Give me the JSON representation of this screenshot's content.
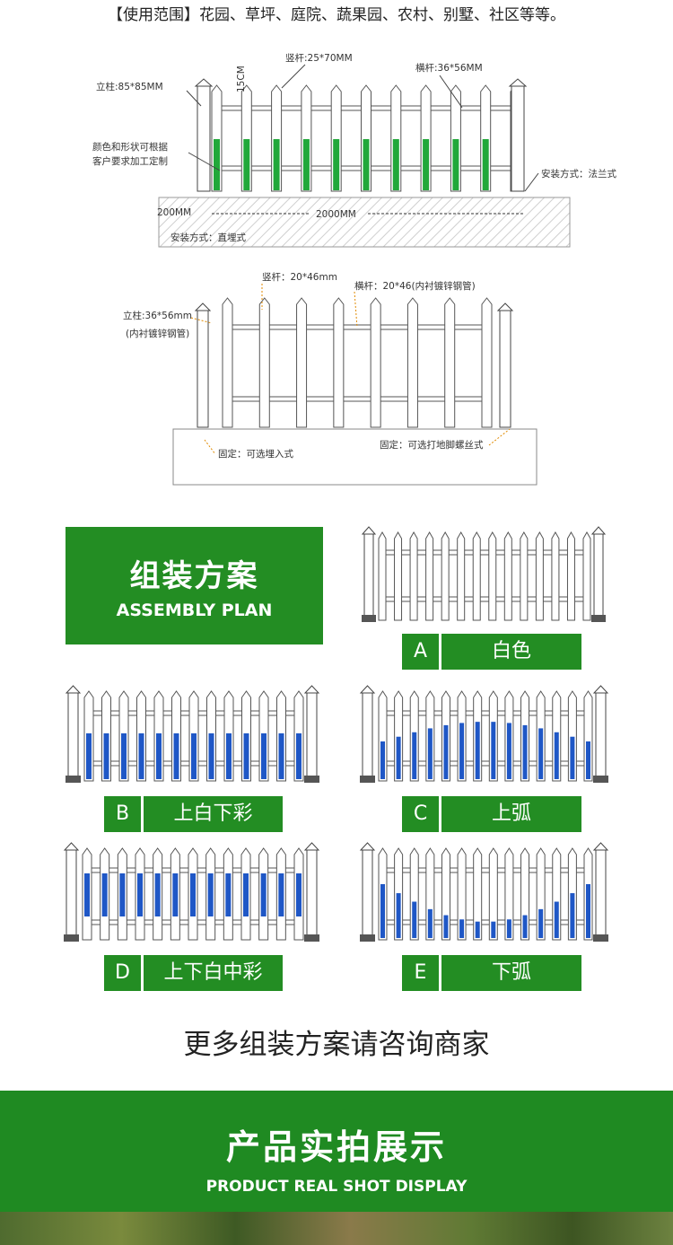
{
  "header": {
    "usage": "【使用范围】花园、草坪、庭院、蔬果园、农村、别墅、社区等等。"
  },
  "diagram1": {
    "post": "立柱:85*85MM",
    "picket": "竖杆:25*70MM",
    "rail": "横杆:36*56MM",
    "gap": "15CM",
    "custom_line1": "颜色和形状可根据",
    "custom_line2": "客户要求加工定制",
    "flange": "安装方式：法兰式",
    "depth": "200MM",
    "length": "2000MM",
    "buried": "安装方式：直埋式"
  },
  "diagram2": {
    "picket": "竖杆：20*46mm",
    "rail": "横杆：20*46(内衬镀锌钢管)",
    "post": "立柱:36*56mm",
    "post_note": "(内衬镀锌钢管)",
    "fix_left": "固定：可选埋入式",
    "fix_right": "固定：可选打地脚螺丝式"
  },
  "assembly": {
    "title_cn": "组装方案",
    "title_en": "ASSEMBLY PLAN",
    "options": [
      {
        "letter": "A",
        "name": "白色"
      },
      {
        "letter": "B",
        "name": "上白下彩"
      },
      {
        "letter": "C",
        "name": "上弧"
      },
      {
        "letter": "D",
        "name": "上下白中彩"
      },
      {
        "letter": "E",
        "name": "下弧"
      }
    ],
    "more": "更多组装方案请咨询商家"
  },
  "display": {
    "title_cn": "产品实拍展示",
    "title_en": "PRODUCT REAL SHOT DISPLAY"
  },
  "colors": {
    "green": "#238d23",
    "blue": "#1f57c6",
    "fill_green": "#21a83a"
  }
}
